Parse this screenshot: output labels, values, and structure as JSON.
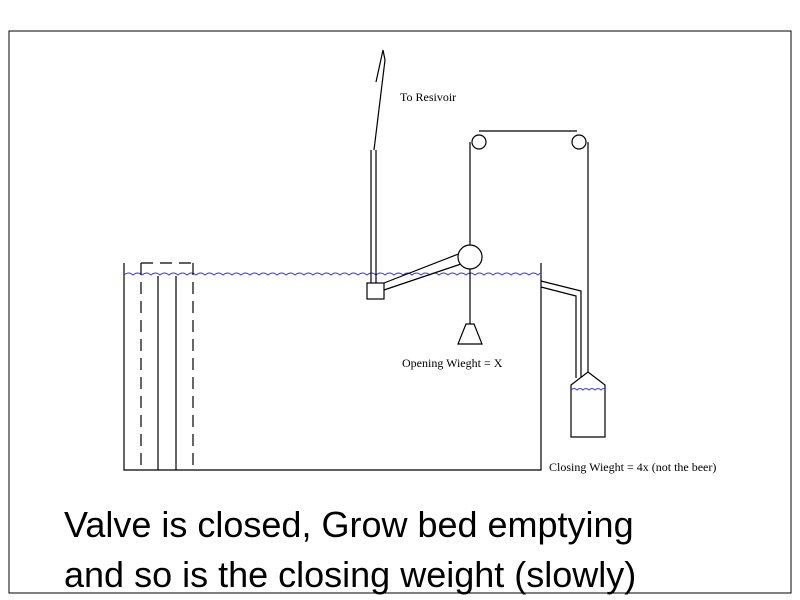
{
  "labels": {
    "reservoir": "To Resivoir",
    "opening_weight": "Opening Wieght = X",
    "closing_weight": "Closing Wieght = 4x (not the beer)"
  },
  "caption": {
    "line1": "Valve is closed, Grow bed emptying",
    "line2": "and so is the closing weight (slowly)"
  },
  "colors": {
    "ink": "#000000",
    "water": "#3a3aff",
    "background": "#ffffff"
  }
}
